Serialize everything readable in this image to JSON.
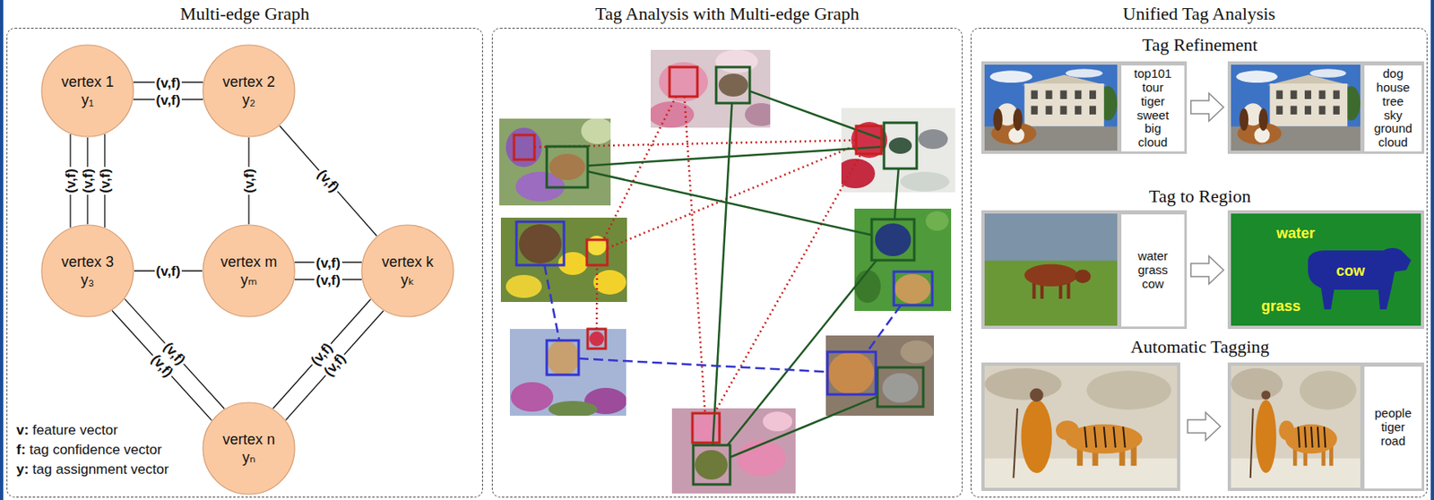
{
  "diagram": {
    "nodes": [
      {
        "text": [
          "Multi-edge Graph"
        ]
      },
      {
        "text": [
          "vertex 1",
          "y₁"
        ],
        "in": 0
      },
      {
        "text": [
          "vertex 2",
          "y₂"
        ],
        "in": 0
      },
      {
        "text": [
          "vertex 3",
          "y₃"
        ],
        "in": 0
      },
      {
        "text": [
          "vertex m",
          "yₘ"
        ],
        "in": 0
      },
      {
        "text": [
          "vertex k",
          "yₖ"
        ],
        "in": 0
      },
      {
        "text": [
          "vertex n",
          "yₙ"
        ],
        "in": 0
      },
      {
        "text": [
          "Tag Analysis with Multi-edge Graph"
        ]
      },
      {
        "text": [
          "Unified Tag Analysis"
        ]
      },
      {
        "text": [
          "top101 tour tiger sweet big cloud"
        ],
        "in": 8
      },
      {
        "text": [
          "dog house tree sky ground cloud"
        ],
        "in": 8
      },
      {
        "text": [
          "water grass cow"
        ],
        "in": 8
      },
      {
        "text": [
          "people tiger road"
        ],
        "in": 8
      }
    ],
    "edges": [
      {
        "from": 1,
        "to": 2,
        "arrow": "none",
        "label": "(v,f)"
      },
      {
        "from": 1,
        "to": 2,
        "arrow": "none",
        "label": "(v,f)"
      },
      {
        "from": 1,
        "to": 3,
        "arrow": "none",
        "label": "(v,f)"
      },
      {
        "from": 1,
        "to": 3,
        "arrow": "none",
        "label": "(v,f)"
      },
      {
        "from": 1,
        "to": 3,
        "arrow": "none",
        "label": "(v,f)"
      },
      {
        "from": 2,
        "to": 4,
        "arrow": "none",
        "label": "(v,f)"
      },
      {
        "from": 2,
        "to": 5,
        "arrow": "none",
        "label": "(v,f)"
      },
      {
        "from": 3,
        "to": 4,
        "arrow": "none",
        "label": "(v,f)"
      },
      {
        "from": 4,
        "to": 5,
        "arrow": "none",
        "label": "(v,f)"
      },
      {
        "from": 4,
        "to": 5,
        "arrow": "none",
        "label": "(v,f)"
      },
      {
        "from": 3,
        "to": 6,
        "arrow": "none",
        "label": "(v,f)"
      },
      {
        "from": 3,
        "to": 6,
        "arrow": "none",
        "label": "(v,f)"
      },
      {
        "from": 5,
        "to": 6,
        "arrow": "none",
        "label": "(v,f)"
      },
      {
        "from": 5,
        "to": 6,
        "arrow": "none",
        "label": "(v,f)"
      }
    ],
    "labels": [
      "v: feature vector",
      "f: tag confidence vector",
      "y: tag assignment vector",
      "Tag Refinement",
      "Tag to Region",
      "water",
      "cow",
      "grass",
      "Automatic Tagging"
    ]
  }
}
